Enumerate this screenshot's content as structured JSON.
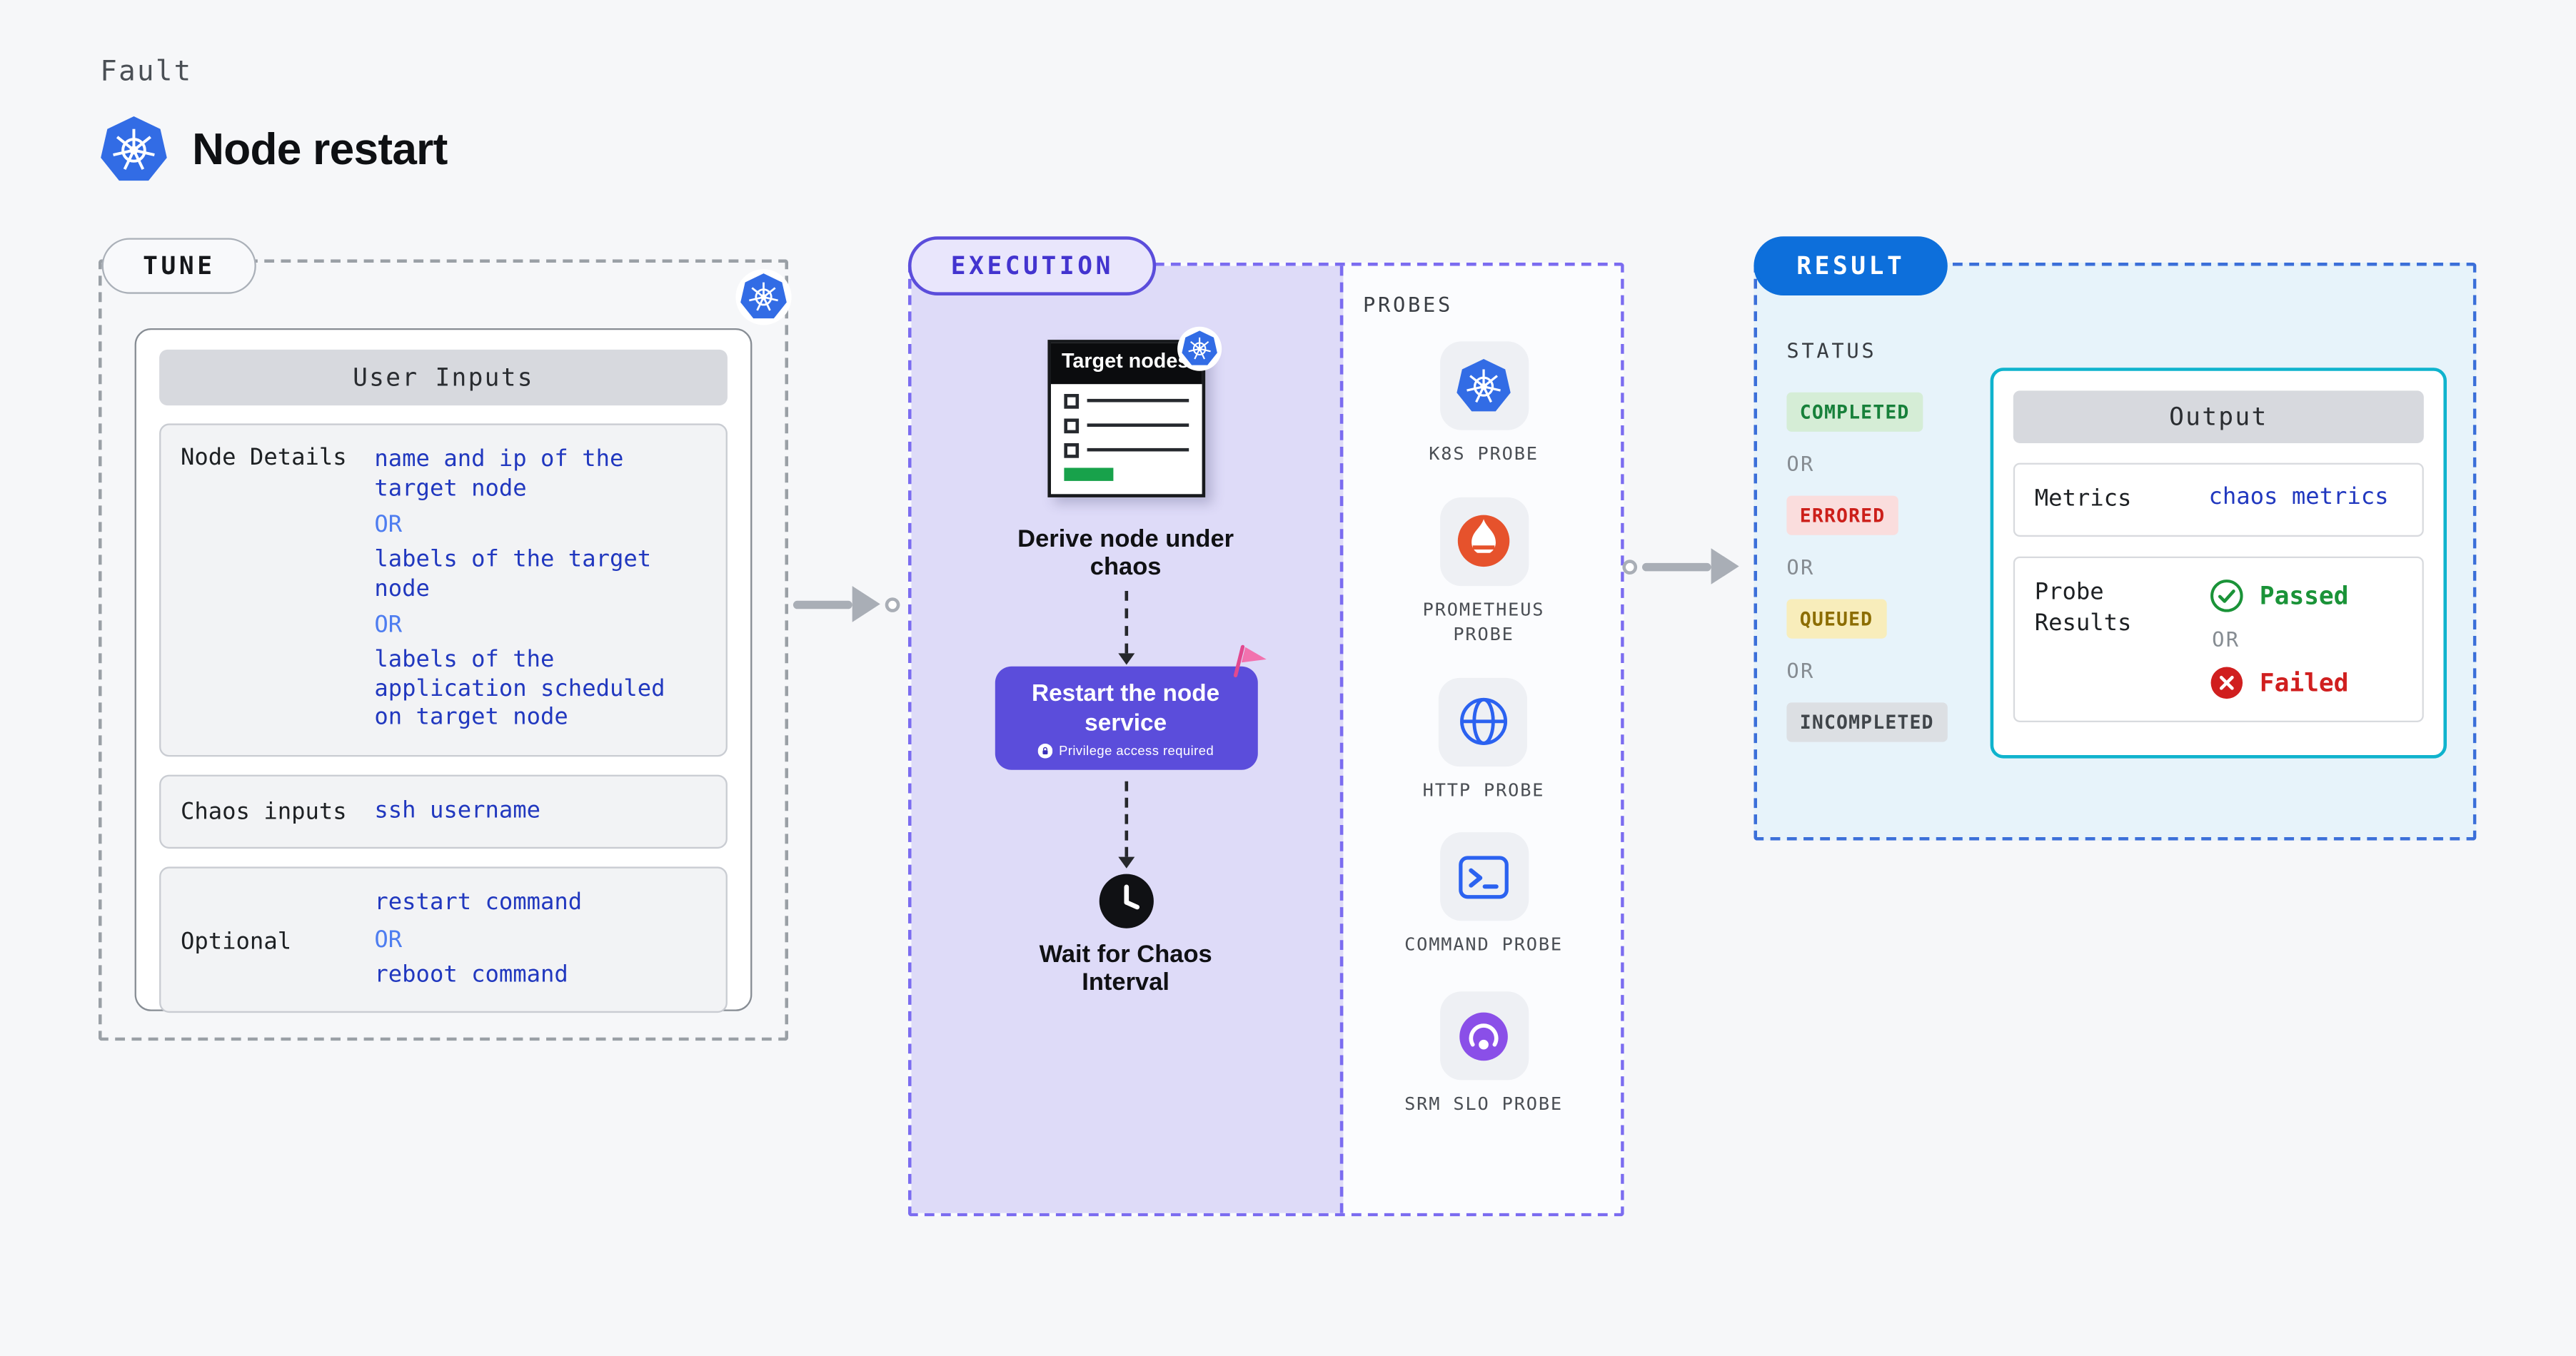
{
  "header": {
    "eyebrow": "Fault",
    "title": "Node restart"
  },
  "tune": {
    "label": "TUNE",
    "card_header": "User Inputs",
    "rows": [
      {
        "label": "Node Details",
        "values": [
          "name and ip of the target node",
          "OR",
          "labels of the target node",
          "OR",
          "labels of the application scheduled on target node"
        ]
      },
      {
        "label": "Chaos inputs",
        "values": [
          "ssh username"
        ]
      },
      {
        "label": "Optional",
        "values": [
          "restart command",
          "OR",
          "reboot command"
        ]
      }
    ]
  },
  "execution": {
    "label": "EXECUTION",
    "target_nodes_caption": "Target nodes",
    "derive_step": "Derive node under chaos",
    "restart_step": "Restart the node service",
    "privilege_note": "Privilege access required",
    "wait_step": "Wait for Chaos Interval"
  },
  "probes": {
    "label": "PROBES",
    "items": [
      {
        "name": "K8S PROBE",
        "icon": "kubernetes-icon"
      },
      {
        "name": "PROMETHEUS PROBE",
        "icon": "prometheus-flame-icon"
      },
      {
        "name": "HTTP PROBE",
        "icon": "globe-icon"
      },
      {
        "name": "COMMAND PROBE",
        "icon": "terminal-icon"
      },
      {
        "name": "SRM SLO PROBE",
        "icon": "srm-slo-icon"
      }
    ]
  },
  "result": {
    "label": "RESULT",
    "status_heading": "STATUS",
    "or": "OR",
    "statuses": [
      {
        "text": "COMPLETED",
        "type": "success"
      },
      {
        "text": "ERRORED",
        "type": "error"
      },
      {
        "text": "QUEUED",
        "type": "warning"
      },
      {
        "text": "INCOMPLETED",
        "type": "neutral"
      }
    ],
    "output": {
      "heading": "Output",
      "metrics_label": "Metrics",
      "metrics_value": "chaos metrics",
      "probe_results_label": "Probe Results",
      "passed_label": "Passed",
      "failed_label": "Failed"
    }
  },
  "colors": {
    "kubernetes_blue": "#326ce5",
    "value_blue": "#2138bf",
    "or_blue": "#4e7df0",
    "execution_purple": "#5b4ddb",
    "result_pill_blue": "#0d6fdb",
    "output_border_cyan": "#0fb3cd",
    "status_completed_green": "#17803a",
    "status_errored_red": "#cc1f1a",
    "status_queued_yellow": "#8c6d00",
    "status_incompleted_gray": "#40454a",
    "passed_green": "#1a9338",
    "failed_red": "#d01f1f",
    "prometheus_orange": "#e6522c"
  }
}
